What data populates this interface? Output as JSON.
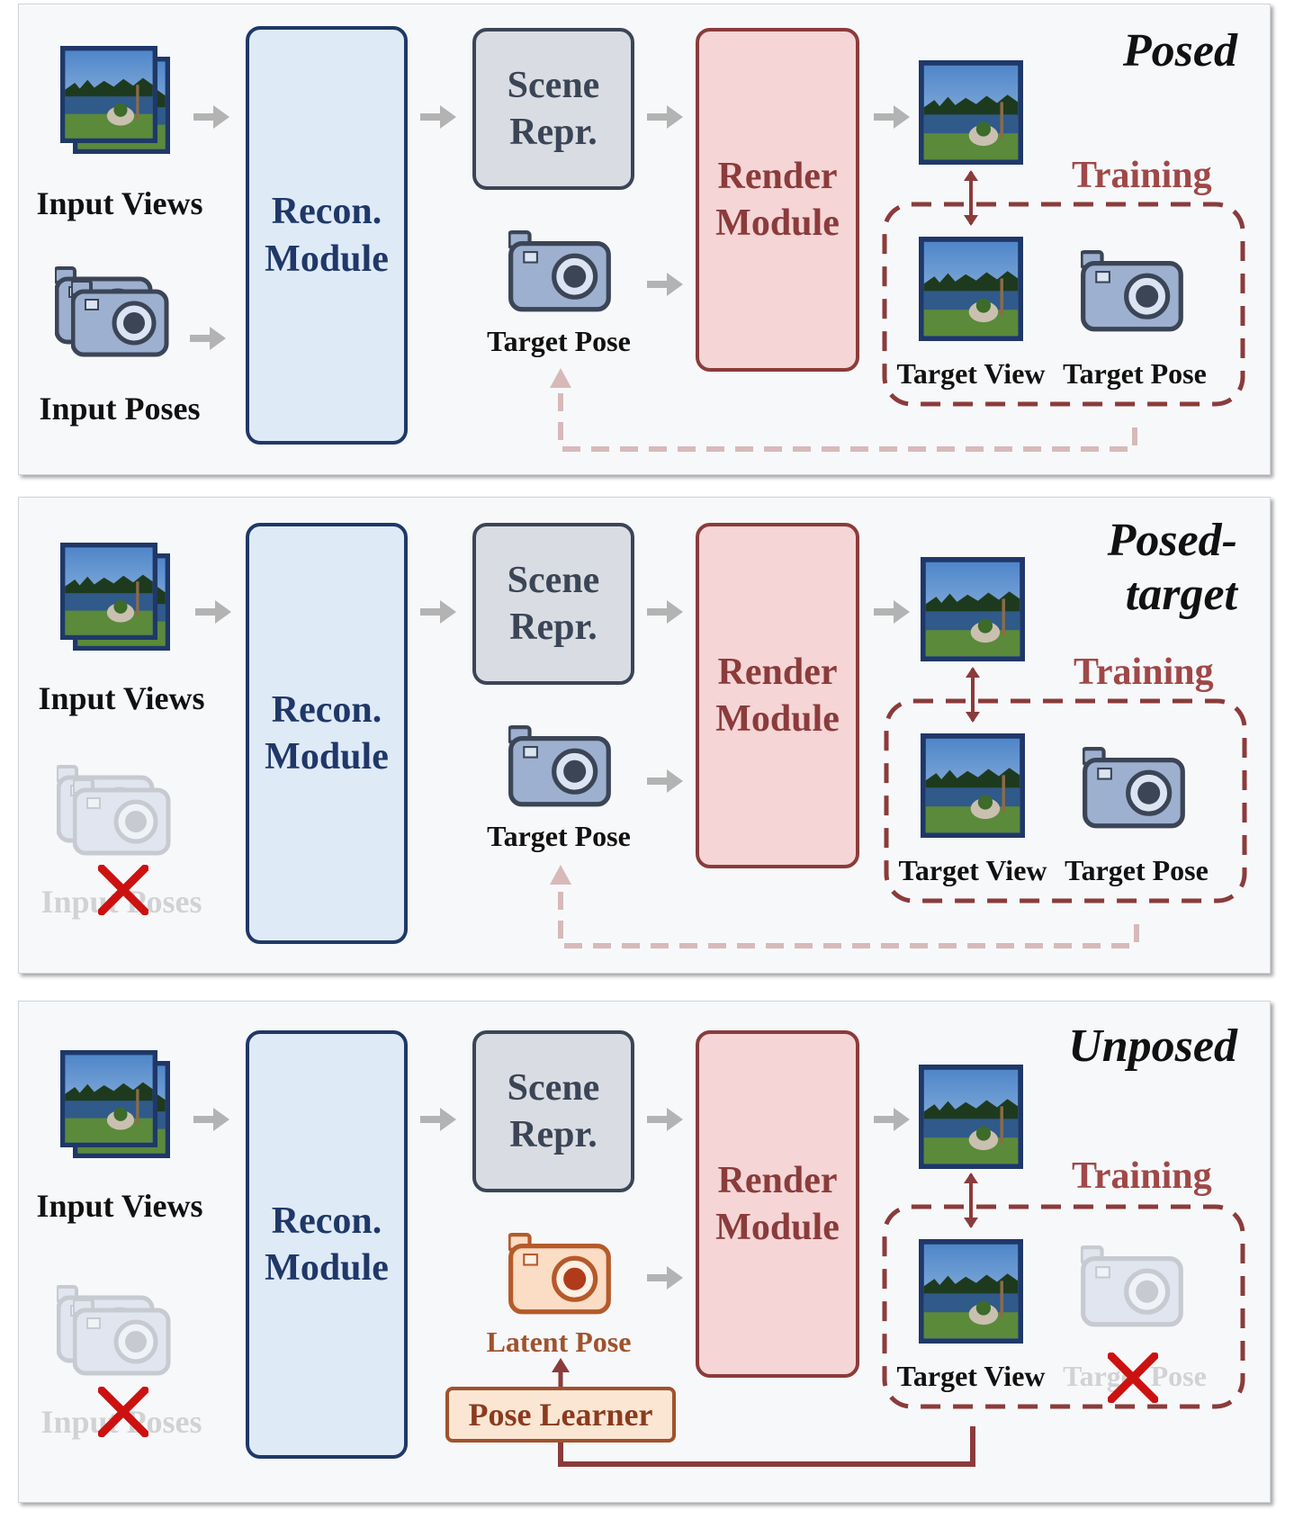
{
  "panels": [
    {
      "title": "Posed",
      "input_views": "Input Views",
      "input_poses": "Input Poses",
      "recon": "Recon. Module",
      "scene": "Scene Repr.",
      "render": "Render Module",
      "target_pose": "Target Pose",
      "training": "Training",
      "target_view": "Target View",
      "target_pose_train": "Target Pose"
    },
    {
      "title": "Posed-target",
      "input_views": "Input Views",
      "input_poses": "Input Poses",
      "recon": "Recon. Module",
      "scene": "Scene Repr.",
      "render": "Render Module",
      "target_pose": "Target Pose",
      "training": "Training",
      "target_view": "Target View",
      "target_pose_train": "Target Pose"
    },
    {
      "title": "Unposed",
      "input_views": "Input Views",
      "input_poses": "Input Poses",
      "recon": "Recon. Module",
      "scene": "Scene Repr.",
      "render": "Render Module",
      "latent_pose": "Latent Pose",
      "pose_learner": "Pose Learner",
      "training": "Training",
      "target_view": "Target View",
      "target_pose_train": "Target Pose"
    }
  ],
  "colors": {
    "recon": "#1f3868",
    "scene": "#3b4556",
    "render": "#8b3b3b",
    "training": "#a04848",
    "latent": "#a0522d",
    "cross": "#cc1111"
  },
  "icons": [
    "photo-stack-icon",
    "camera-icon",
    "camera-stack-icon",
    "cross-icon",
    "arrow-icon"
  ]
}
